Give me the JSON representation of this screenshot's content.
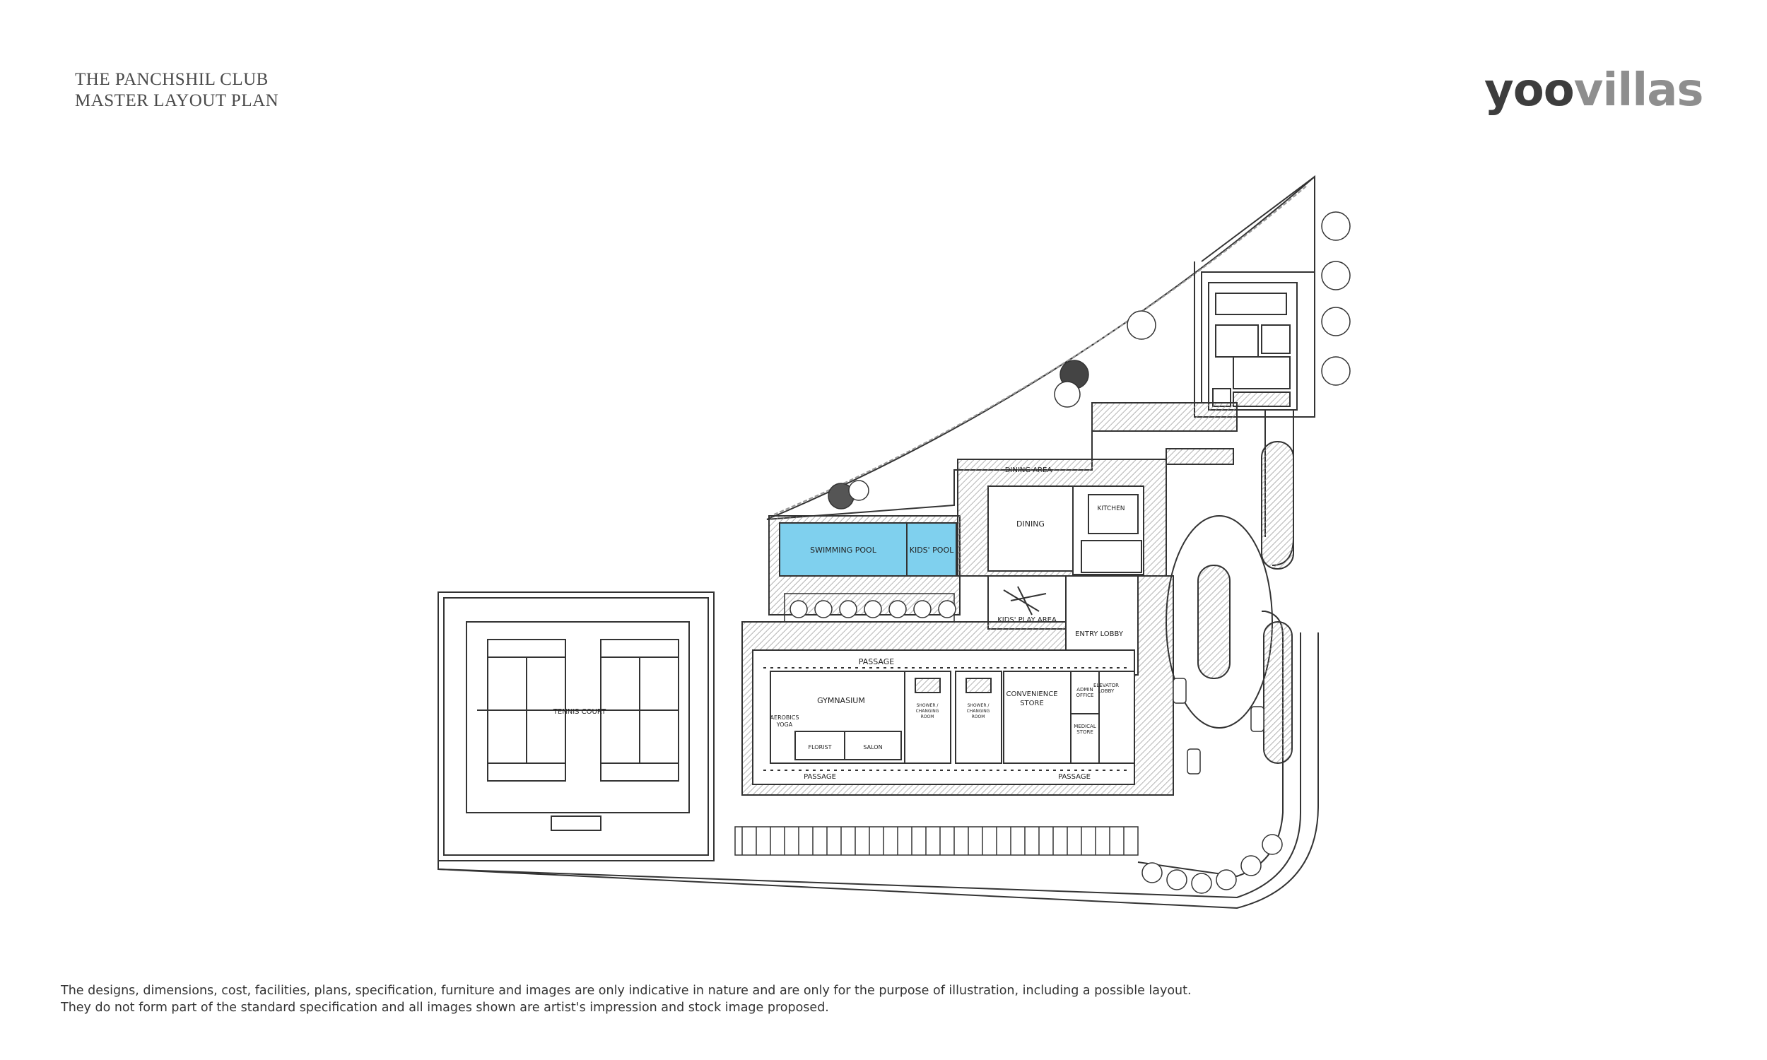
{
  "header": {
    "title_line1": "THE PANCHSHIL CLUB",
    "title_line2": "MASTER LAYOUT PLAN"
  },
  "logo": {
    "part1": "yoo",
    "part2": "villas",
    "colors": {
      "yoo": "#3d3d3d",
      "villas": "#8e8e8e"
    }
  },
  "plan": {
    "labels": {
      "dining_area": "DINING AREA",
      "kitchen": "KITCHEN",
      "dining": "DINING",
      "swimming_pool": "SWIMMING POOL",
      "kids_pool": "KIDS' POOL",
      "kids_play_area": "KIDS' PLAY AREA",
      "entry_lobby": "ENTRY LOBBY",
      "passage_top": "PASSAGE",
      "gymnasium": "GYMNASIUM",
      "aerobics": "AEROBICS",
      "yoga": "YOGA",
      "florist": "FLORIST",
      "salon": "SALON",
      "shower_1": "SHOWER /",
      "changing_1": "CHANGING",
      "room_1": "ROOM",
      "shower_2": "SHOWER /",
      "changing_2": "CHANGING",
      "room_2": "ROOM",
      "convenience": "CONVENIENCE",
      "store": "STORE",
      "admin": "ADMIN",
      "office": "OFFICE",
      "medical": "MEDICAL",
      "medical_store": "STORE",
      "elevator": "ELEVATOR",
      "lobby": "LOBBY",
      "passage_bottom_left": "PASSAGE",
      "passage_bottom_right": "PASSAGE",
      "tennis_court": "TENNIS COURT"
    },
    "colors": {
      "pool": "#7fd0ee",
      "line": "#333333",
      "hatch": "#9a9a9a"
    }
  },
  "disclaimer": {
    "line1": "The designs, dimensions, cost, facilities, plans, specification, furniture and images are only indicative in nature and are only for the purpose of illustration, including a possible layout.",
    "line2": "They do not form part of the standard specification and all images shown are artist's impression and stock image proposed."
  }
}
